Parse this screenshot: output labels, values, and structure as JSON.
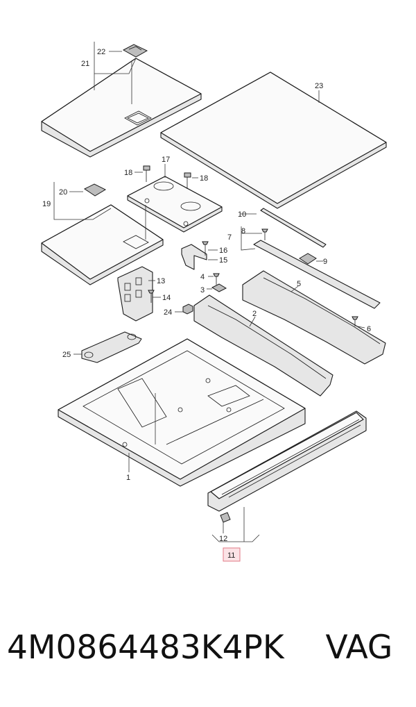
{
  "diagram": {
    "callouts": {
      "c1": "1",
      "c2": "2",
      "c3": "3",
      "c4": "4",
      "c5": "5",
      "c6": "6",
      "c7": "7",
      "c8": "8",
      "c9": "9",
      "c10": "10",
      "c11": "11",
      "c12": "12",
      "c13": "13",
      "c14": "14",
      "c15": "15",
      "c16": "16",
      "c17": "17",
      "c18a": "18",
      "c18b": "18",
      "c19": "19",
      "c20": "20",
      "c21": "21",
      "c22": "22",
      "c23": "23",
      "c24": "24",
      "c25": "25"
    },
    "highlighted_callout": "11",
    "highlight_color": "#e07a86"
  },
  "caption": {
    "part_number": "4M0864483K4PK",
    "brand": "VAG"
  }
}
